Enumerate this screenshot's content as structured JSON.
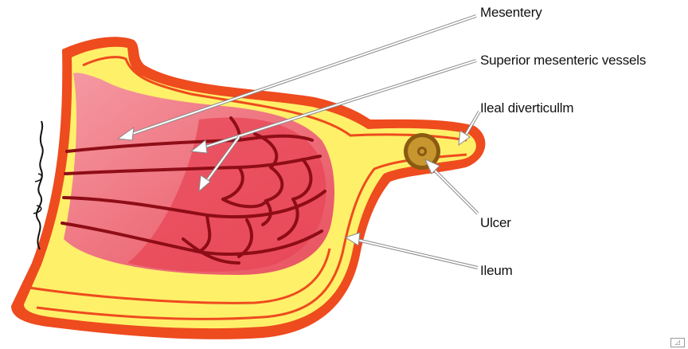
{
  "labels": {
    "mesentery": "Mesentery",
    "superior_mesenteric_vessels": "Superior mesenteric vessels",
    "ileal_diverticulum": "Ileal diverticullm",
    "ulcer": "Ulcer",
    "ileum": "Ileum"
  },
  "colors": {
    "outer_wall": "#ee4b1e",
    "bowel_wall": "#fff06a",
    "mesentery_fill": "#ef6f7a",
    "mesentery_light": "#f7a1a8",
    "vessels": "#8e0d16",
    "ulcer_ring": "#8a5a12",
    "ulcer_fill": "#c8962e",
    "arrow": "#ffffff",
    "arrow_outline": "#888888"
  },
  "icons": {
    "pointer_arrows": "leader-arrow-icon",
    "signature": "artist-signature-icon"
  }
}
